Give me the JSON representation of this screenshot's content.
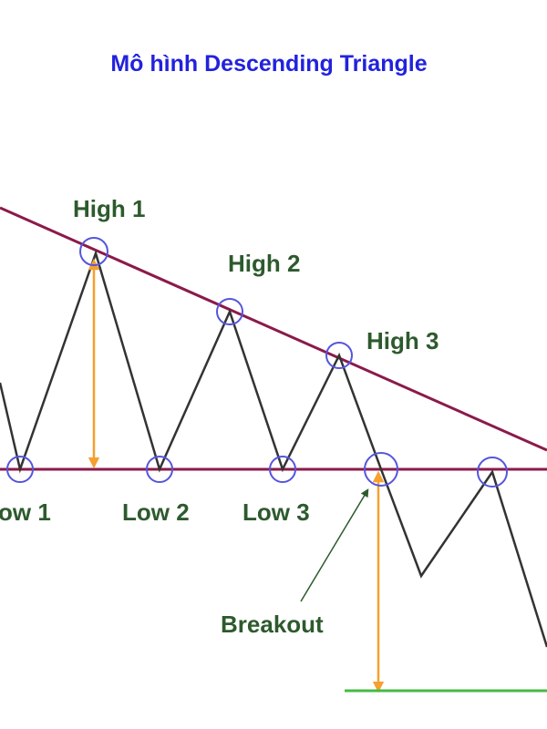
{
  "title": "Mô hình Descending Triangle",
  "labels": {
    "high1": "High 1",
    "high2": "High 2",
    "high3": "High 3",
    "low1": "ow 1",
    "low2": "Low 2",
    "low3": "Low 3",
    "breakout": "Breakout"
  },
  "colors": {
    "title": "#2222dd",
    "label": "#2d5a2d",
    "trendline": "#8b1a4a",
    "price_line": "#333333",
    "circle": "#5555dd",
    "measure_arrow": "#f5a030",
    "target_line": "#44bb44",
    "breakout_arrow": "#2d5a2d"
  }
}
